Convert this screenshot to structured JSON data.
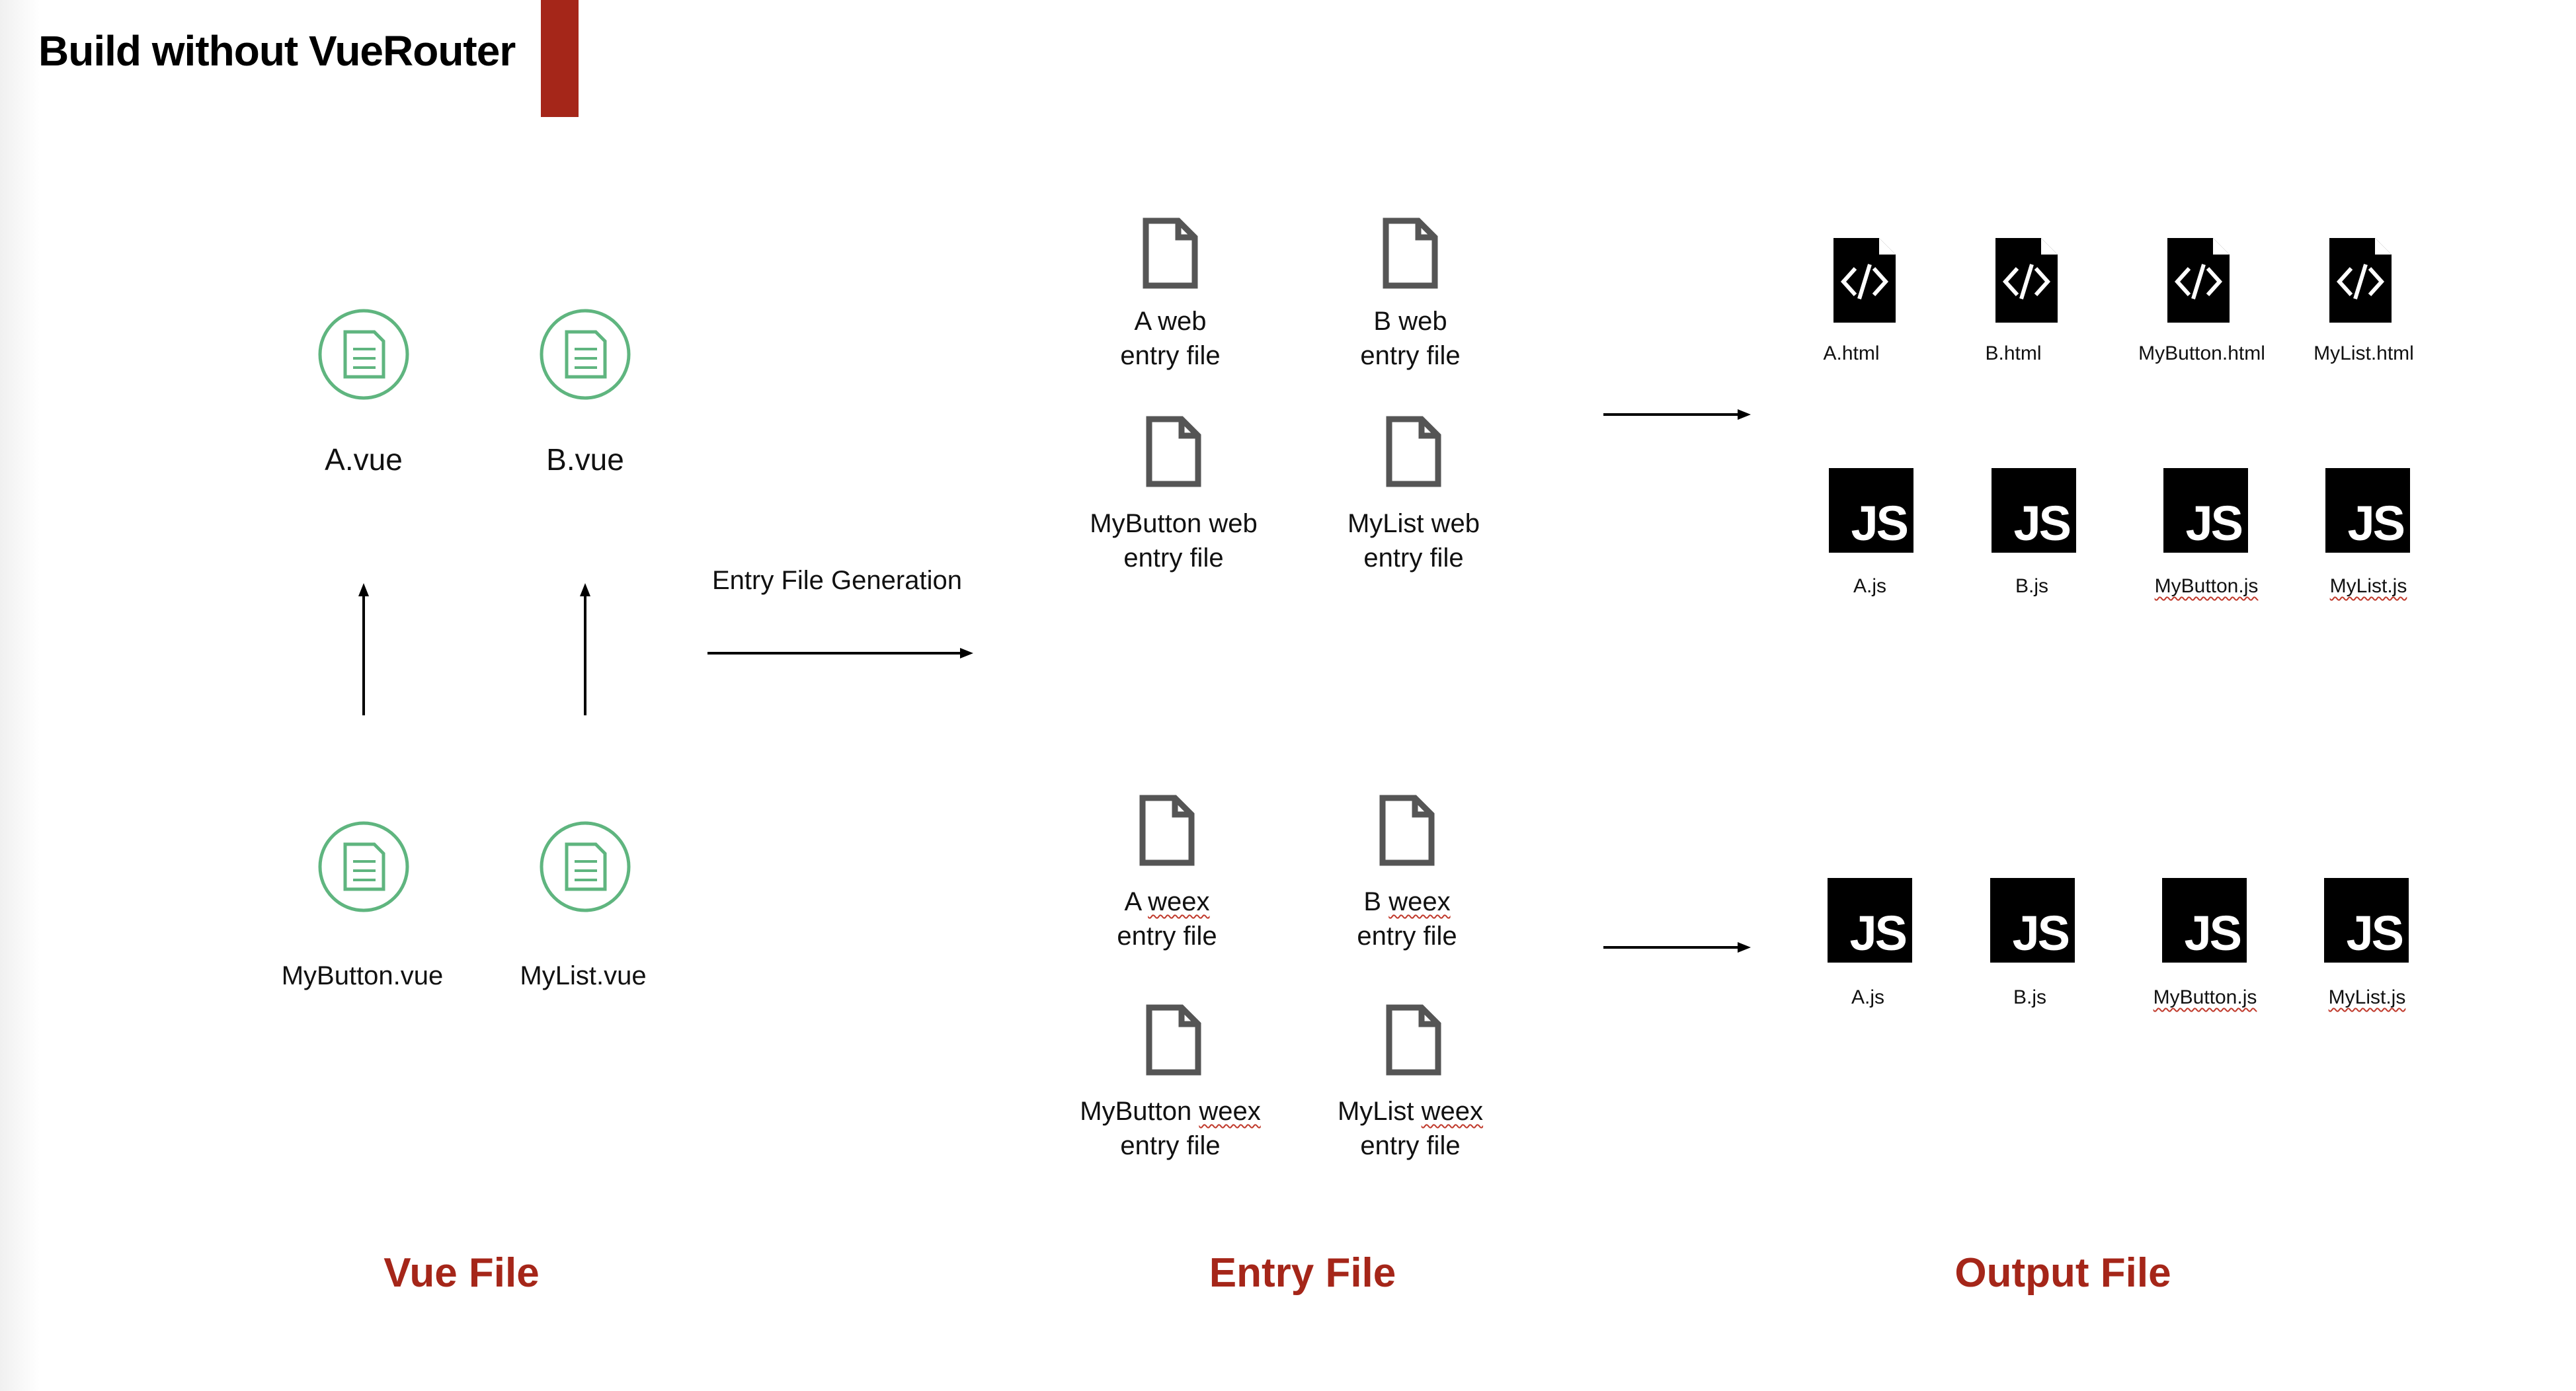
{
  "title": "Build without VueRouter",
  "accent_color": "#a52619",
  "vue_icon_color": "#5fb57f",
  "sections": {
    "vue_file": "Vue File",
    "entry_file": "Entry File",
    "output_file": "Output File"
  },
  "edge_label": "Entry File Generation",
  "vue_files": [
    "A.vue",
    "B.vue",
    "MyButton.vue",
    "MyList.vue"
  ],
  "web_entries": [
    {
      "line1": "A web",
      "line2": "entry file"
    },
    {
      "line1": "B web",
      "line2": "entry file"
    },
    {
      "line1": "MyButton web",
      "line2": "entry file"
    },
    {
      "line1": "MyList web",
      "line2": "entry file"
    }
  ],
  "weex_entries": [
    {
      "name": "A",
      "kind": "weex",
      "line2": "entry file"
    },
    {
      "name": "B",
      "kind": "weex",
      "line2": "entry file"
    },
    {
      "name": "MyButton",
      "kind": "weex",
      "line2": "entry file"
    },
    {
      "name": "MyList",
      "kind": "weex",
      "line2": "entry file"
    }
  ],
  "html_outputs": [
    "A.html",
    "B.html",
    "MyButton.html",
    "MyList.html"
  ],
  "js_outputs_web": [
    "A.js",
    "B.js",
    "MyButton.js",
    "MyList.js"
  ],
  "js_outputs_weex": [
    "A.js",
    "B.js",
    "MyButton.js",
    "MyList.js"
  ],
  "js_badge_text": "JS"
}
